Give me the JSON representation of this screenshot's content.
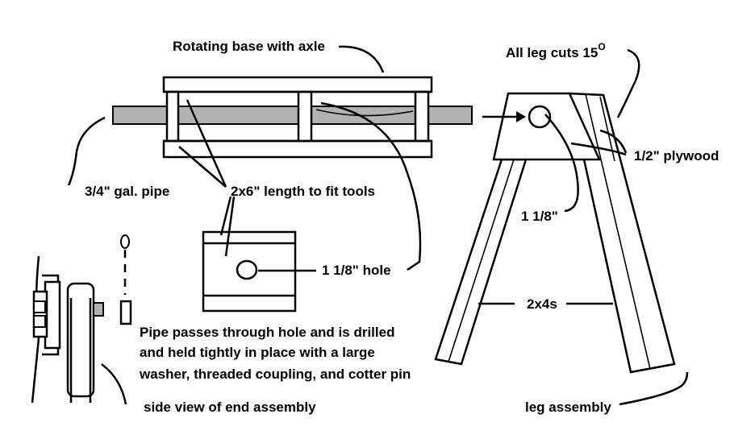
{
  "labels": {
    "rotating_base": "Rotating base with axle",
    "all_leg_cuts": "All leg cuts 15",
    "degree_symbol": "O",
    "gal_pipe": "3/4\" gal. pipe",
    "board_2x6": "2x6\"  length to fit tools",
    "plywood": "1/2\" plywood",
    "dim_1_1_8": "1 1/8\"",
    "hole_1_1_8": "1 1/8\" hole",
    "lumber_2x4s": "2x4s",
    "pipe_note_1": "Pipe passes through hole and is drilled",
    "pipe_note_2": "and held tightly in place with a large",
    "pipe_note_3": "washer,  threaded coupling, and cotter pin",
    "side_view": "side view of end assembly",
    "leg_assembly": "leg assembly"
  },
  "colors": {
    "pipe_fill": "#b3b3b3",
    "line": "#000000",
    "background": "#ffffff"
  }
}
